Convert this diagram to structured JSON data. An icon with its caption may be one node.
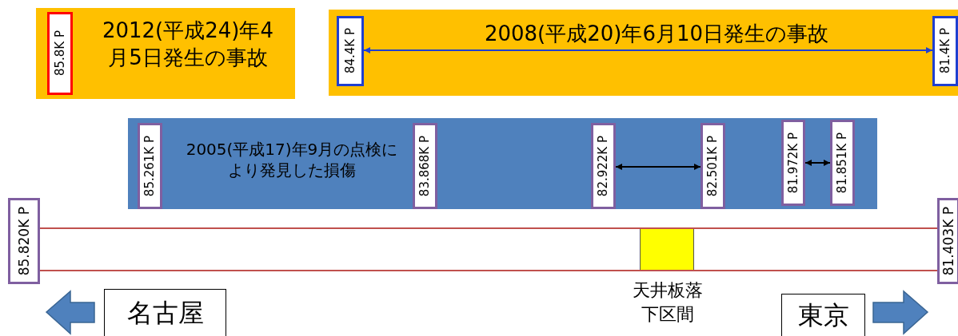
{
  "diagram": {
    "nodes": [
      {
        "text": [
          "2012(平成24)年4月5日発生の事故"
        ]
      },
      {
        "text": [
          "85.8K P"
        ],
        "in": 0
      },
      {
        "text": [
          "2008(平成20)年6月10日発生の事故"
        ]
      },
      {
        "text": [
          "84.4K P"
        ],
        "in": 2
      },
      {
        "text": [
          "81.4K P"
        ],
        "in": 2
      },
      {
        "text": [
          "2005(平成17)年9月の点検により発見した損傷"
        ]
      },
      {
        "text": [
          "85.261K P"
        ],
        "in": 5
      },
      {
        "text": [
          "83.868K P"
        ],
        "in": 5
      },
      {
        "text": [
          "82.922K P"
        ],
        "in": 5
      },
      {
        "text": [
          "82.501K P"
        ],
        "in": 5
      },
      {
        "text": [
          "81.972K P"
        ],
        "in": 5
      },
      {
        "text": [
          "81.851K P"
        ],
        "in": 5
      },
      {
        "text": [
          "85.820K P"
        ]
      },
      {
        "text": [
          "81.403K P"
        ]
      },
      {
        "text": [],
        "shape": "box",
        "beside": [
          "天井板落下区間"
        ]
      },
      {
        "text": [
          "名古屋"
        ]
      },
      {
        "text": [
          "東京"
        ]
      }
    ],
    "edges": [
      {
        "from": 3,
        "to": 4,
        "arrow": "both",
        "color": "#1f3fd0"
      },
      {
        "from": 8,
        "to": 9,
        "arrow": "both"
      },
      {
        "from": 10,
        "to": 11,
        "arrow": "both"
      },
      {
        "from": 12,
        "to": 13,
        "arrow": "none",
        "color": "#c0504d"
      },
      {
        "from": 12,
        "to": 13,
        "arrow": "none",
        "color": "#c0504d"
      }
    ]
  }
}
